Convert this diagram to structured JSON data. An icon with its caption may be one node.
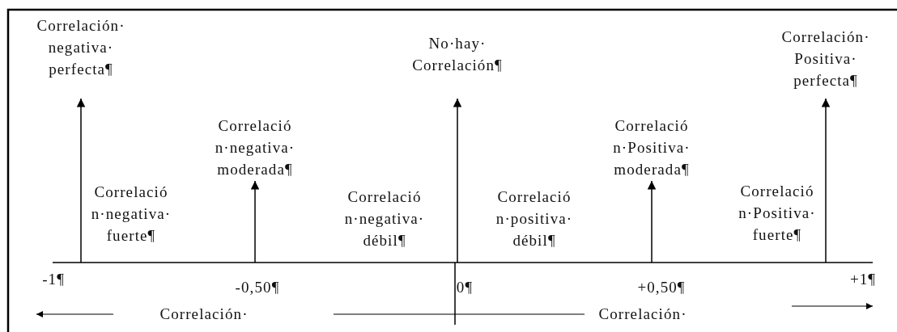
{
  "diagram": {
    "nodes": [
      {
        "text": [
          "Correlación· negativa· perfecta¶"
        ]
      },
      {
        "text": [
          "No·hay· Correlación¶"
        ]
      },
      {
        "text": [
          "Correlación· Positiva· perfecta¶"
        ]
      },
      {
        "text": [
          "Correlació n·negativa· moderada¶"
        ]
      },
      {
        "text": [
          "Correlació n·Positiva· moderada¶"
        ]
      }
    ],
    "edges": [
      {
        "from": null,
        "to": 0,
        "arrow": "to"
      },
      {
        "from": null,
        "to": 3,
        "arrow": "to"
      },
      {
        "from": null,
        "to": 1,
        "arrow": "to"
      },
      {
        "from": null,
        "to": 4,
        "arrow": "to"
      },
      {
        "from": null,
        "to": 2,
        "arrow": "to"
      }
    ],
    "labels": [
      "Correlació n·negativa· fuerte¶",
      "Correlació n·negativa· débil¶",
      "Correlació n·positiva· débil¶",
      "Correlació n·Positiva· fuerte¶",
      "-1¶",
      "-0,50¶",
      "0¶",
      "+0,50¶",
      "+1¶",
      "Correlación·",
      "Correlación·"
    ]
  }
}
